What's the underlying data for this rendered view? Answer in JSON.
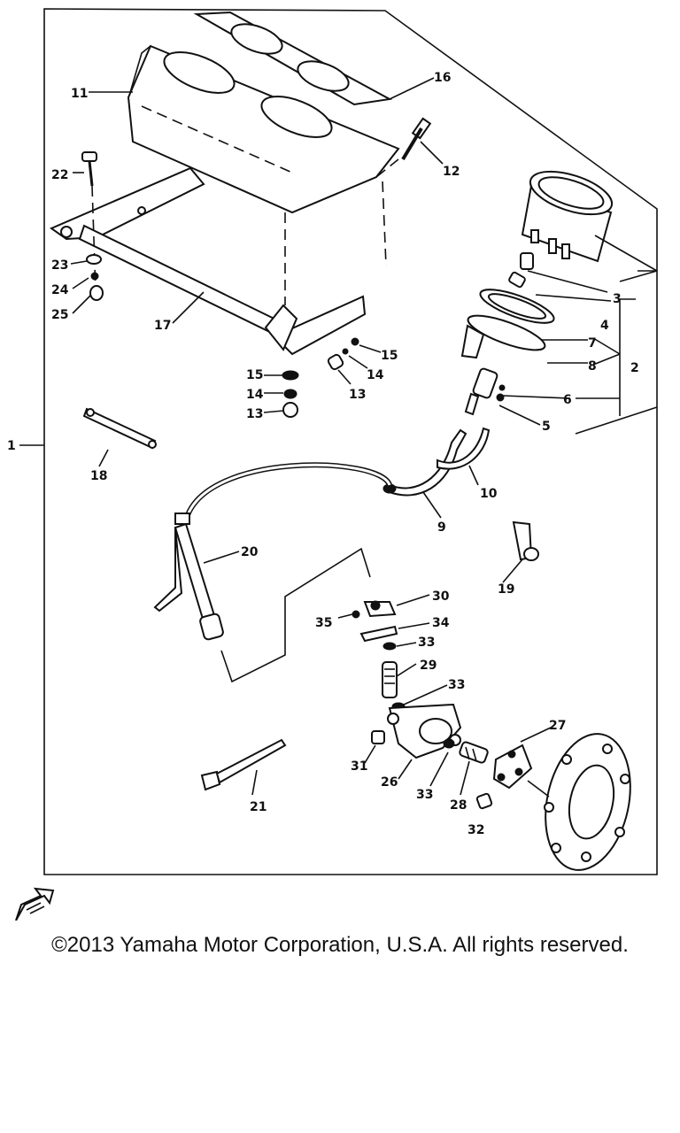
{
  "callouts": {
    "c1": "1",
    "c2": "2",
    "c3": "3",
    "c4": "4",
    "c5": "5",
    "c6": "6",
    "c7": "7",
    "c8": "8",
    "c9": "9",
    "c10": "10",
    "c11": "11",
    "c12": "12",
    "c13a": "13",
    "c13b": "13",
    "c14a": "14",
    "c14b": "14",
    "c15a": "15",
    "c15b": "15",
    "c16": "16",
    "c17": "17",
    "c18": "18",
    "c19": "19",
    "c20": "20",
    "c21": "21",
    "c22": "22",
    "c23": "23",
    "c24": "24",
    "c25": "25",
    "c26": "26",
    "c27": "27",
    "c28": "28",
    "c29": "29",
    "c30": "30",
    "c31": "31",
    "c32": "32",
    "c33a": "33",
    "c33b": "33",
    "c33c": "33",
    "c34": "34",
    "c35": "35"
  },
  "copyright": "©2013 Yamaha Motor Corporation, U.S.A. All rights reserved.",
  "icons": {
    "arrow": "front-direction-arrow-icon"
  }
}
